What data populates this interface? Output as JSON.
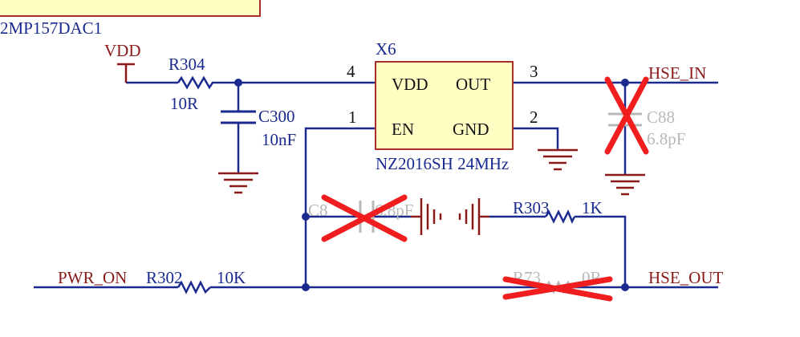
{
  "schematic": {
    "top_cut_label": "2MP157DAC1",
    "power_labels": {
      "vdd": "VDD"
    },
    "components": {
      "r304": {
        "ref": "R304",
        "value": "10R"
      },
      "c300": {
        "ref": "C300",
        "value": "10nF"
      },
      "x6": {
        "ref": "X6",
        "part": "NZ2016SH 24MHz",
        "pins": {
          "vdd": {
            "num": "4",
            "name": "VDD"
          },
          "en": {
            "num": "1",
            "name": "EN"
          },
          "out": {
            "num": "3",
            "name": "OUT"
          },
          "gnd": {
            "num": "2",
            "name": "GND"
          }
        }
      },
      "c88": {
        "ref": "C88",
        "value": "6.8pF",
        "dnp": true
      },
      "c87": {
        "ref": "C8",
        "value": "6.8pF",
        "dnp": true
      },
      "r303": {
        "ref": "R303",
        "value": "1K"
      },
      "r302": {
        "ref": "R302",
        "value": "10K"
      },
      "r73": {
        "ref": "R73",
        "value": "0R",
        "dnp": true
      }
    },
    "nets": {
      "hse_in": "HSE_IN",
      "hse_out": "HSE_OUT",
      "pwr_on": "PWR_ON"
    },
    "colors": {
      "wire": "#1b2a8f",
      "ground": "#8b1a1a",
      "net_label": "#8b1a1a",
      "component_text": "#1b2a8f",
      "chip_fill": "#ffffc4",
      "chip_border": "#a8302a",
      "dnp_cross": "#f01e1e",
      "dnp_text": "#b8b8b8",
      "top_box_fill": "#ffffc4"
    }
  }
}
